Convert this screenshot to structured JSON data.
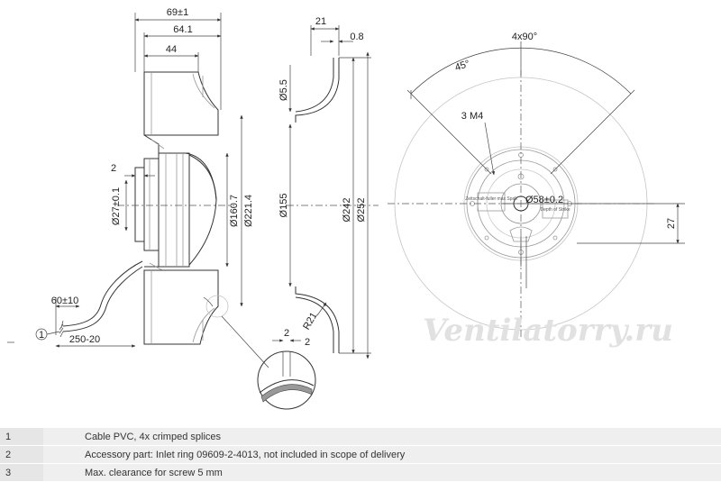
{
  "dimensions": {
    "width_total": "69±1",
    "width_64": "64.1",
    "width_44": "44",
    "width_21": "21",
    "thickness_08": "0.8",
    "gap_2": "2",
    "dia_27": "Ø27±0.1",
    "dia_160": "Ø160.7",
    "dia_221": "Ø221.4",
    "dia_155": "Ø155",
    "dia_55": "Ø5.5",
    "dia_242": "Ø242",
    "dia_252": "Ø252",
    "radius_21": "R21",
    "cable_60": "60±10",
    "cable_250": "250-20",
    "detail_2a": "2",
    "detail_2b": "2",
    "angle_4x90": "4x90°",
    "angle_45": "45°",
    "screw_label": "3 M4",
    "hub_dia": "Ø58±0.2",
    "offset_27": "27"
  },
  "callout": "1",
  "hub_stickers": [
    "Zeitschalt-fuller max Spalt",
    "Depth of Strike"
  ],
  "watermark": "Ventilatorry.ru",
  "legend": [
    {
      "num": "1",
      "text": "Cable PVC, 4x crimped splices"
    },
    {
      "num": "2",
      "text": "Accessory part: Inlet ring 09609-2-4013, not included in scope of delivery"
    },
    {
      "num": "3",
      "text": "Max. clearance for screw 5 mm"
    }
  ]
}
